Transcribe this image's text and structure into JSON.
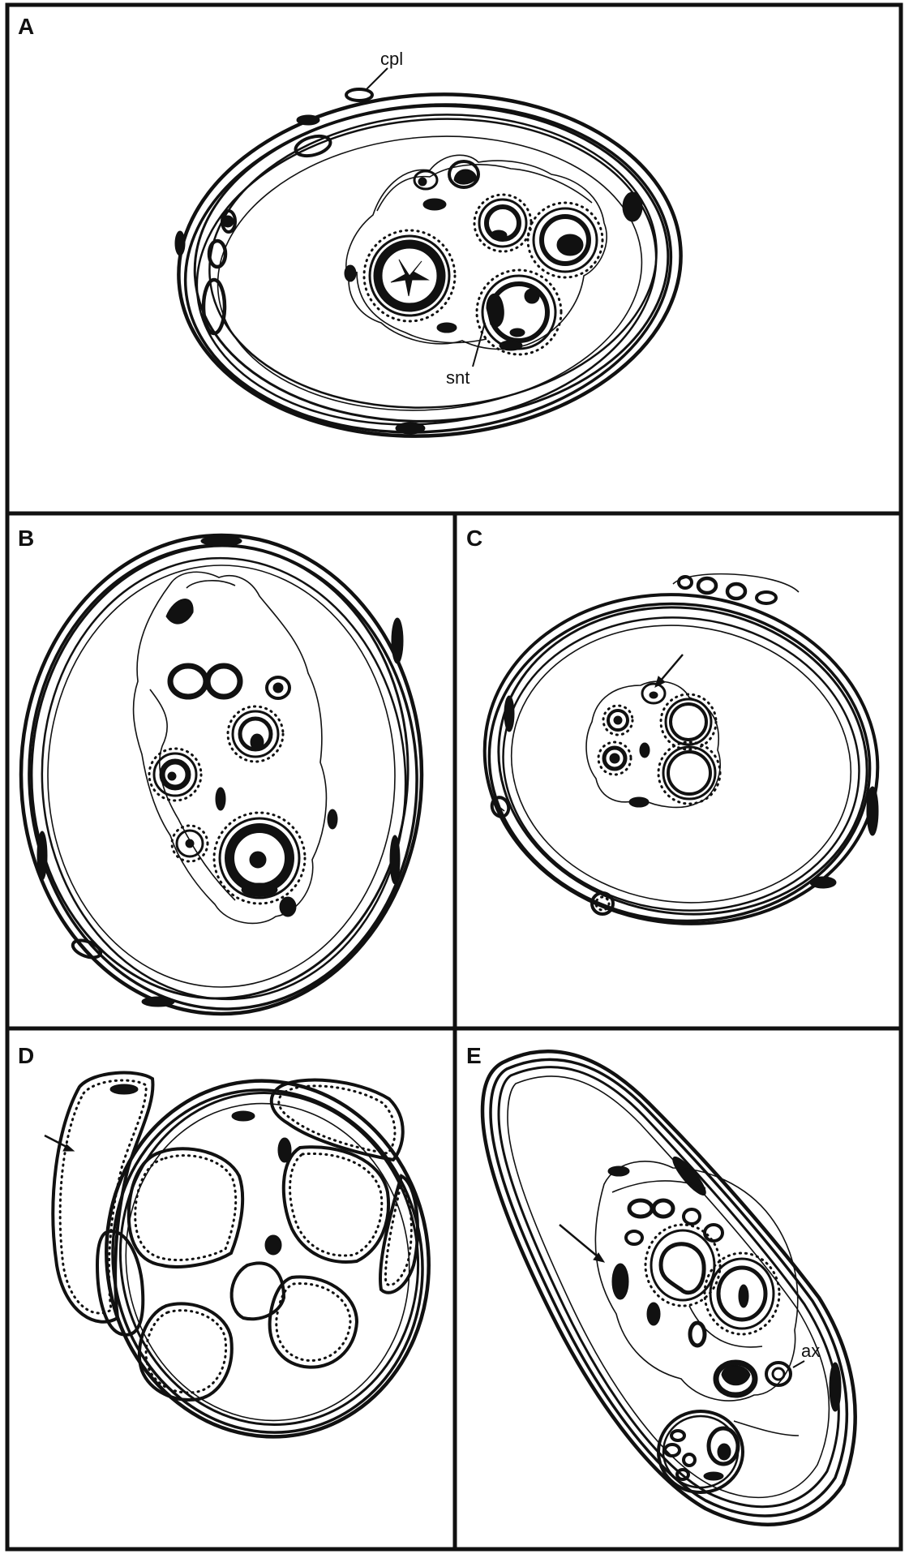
{
  "figure": {
    "panels": [
      {
        "id": "A",
        "letter": "A",
        "labels": [
          "cpl",
          "snt"
        ]
      },
      {
        "id": "B",
        "letter": "B",
        "labels": []
      },
      {
        "id": "C",
        "letter": "C",
        "labels": []
      },
      {
        "id": "D",
        "letter": "D",
        "labels": []
      },
      {
        "id": "E",
        "letter": "E",
        "labels": [
          "ax"
        ]
      }
    ],
    "colors": {
      "ink": "#111111",
      "background": "#ffffff"
    }
  }
}
